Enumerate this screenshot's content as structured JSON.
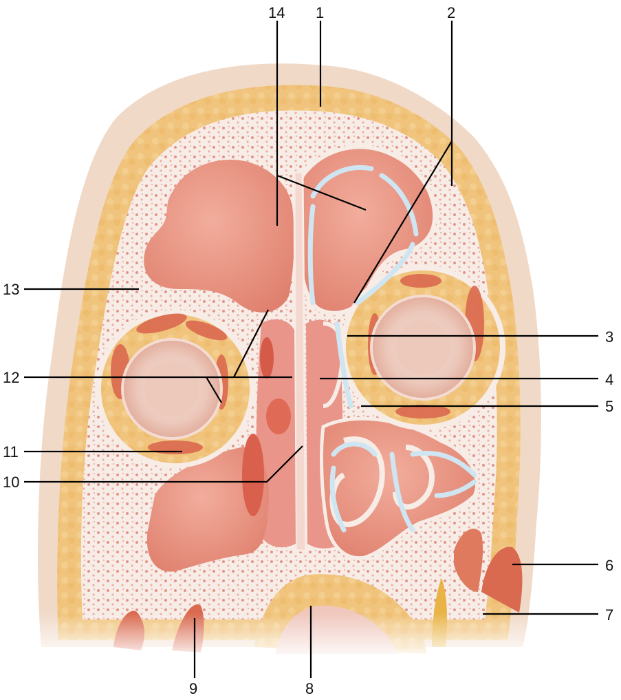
{
  "labels": {
    "l1": "1",
    "l2": "2",
    "l3": "3",
    "l4": "4",
    "l5": "5",
    "l6": "6",
    "l7": "7",
    "l8": "8",
    "l9": "9",
    "l10": "10",
    "l11": "11",
    "l12": "12",
    "l13": "13",
    "l14": "14"
  },
  "colors": {
    "skin": "#f1d9c8",
    "fat": "#f0c47c",
    "bone": "#f7ece6",
    "mucosa": "#ea9c88",
    "sinus_cavity": "#e8887a",
    "muscle": "#d9694f",
    "airflow": "#cfe6f2",
    "leader_line": "#000000"
  }
}
